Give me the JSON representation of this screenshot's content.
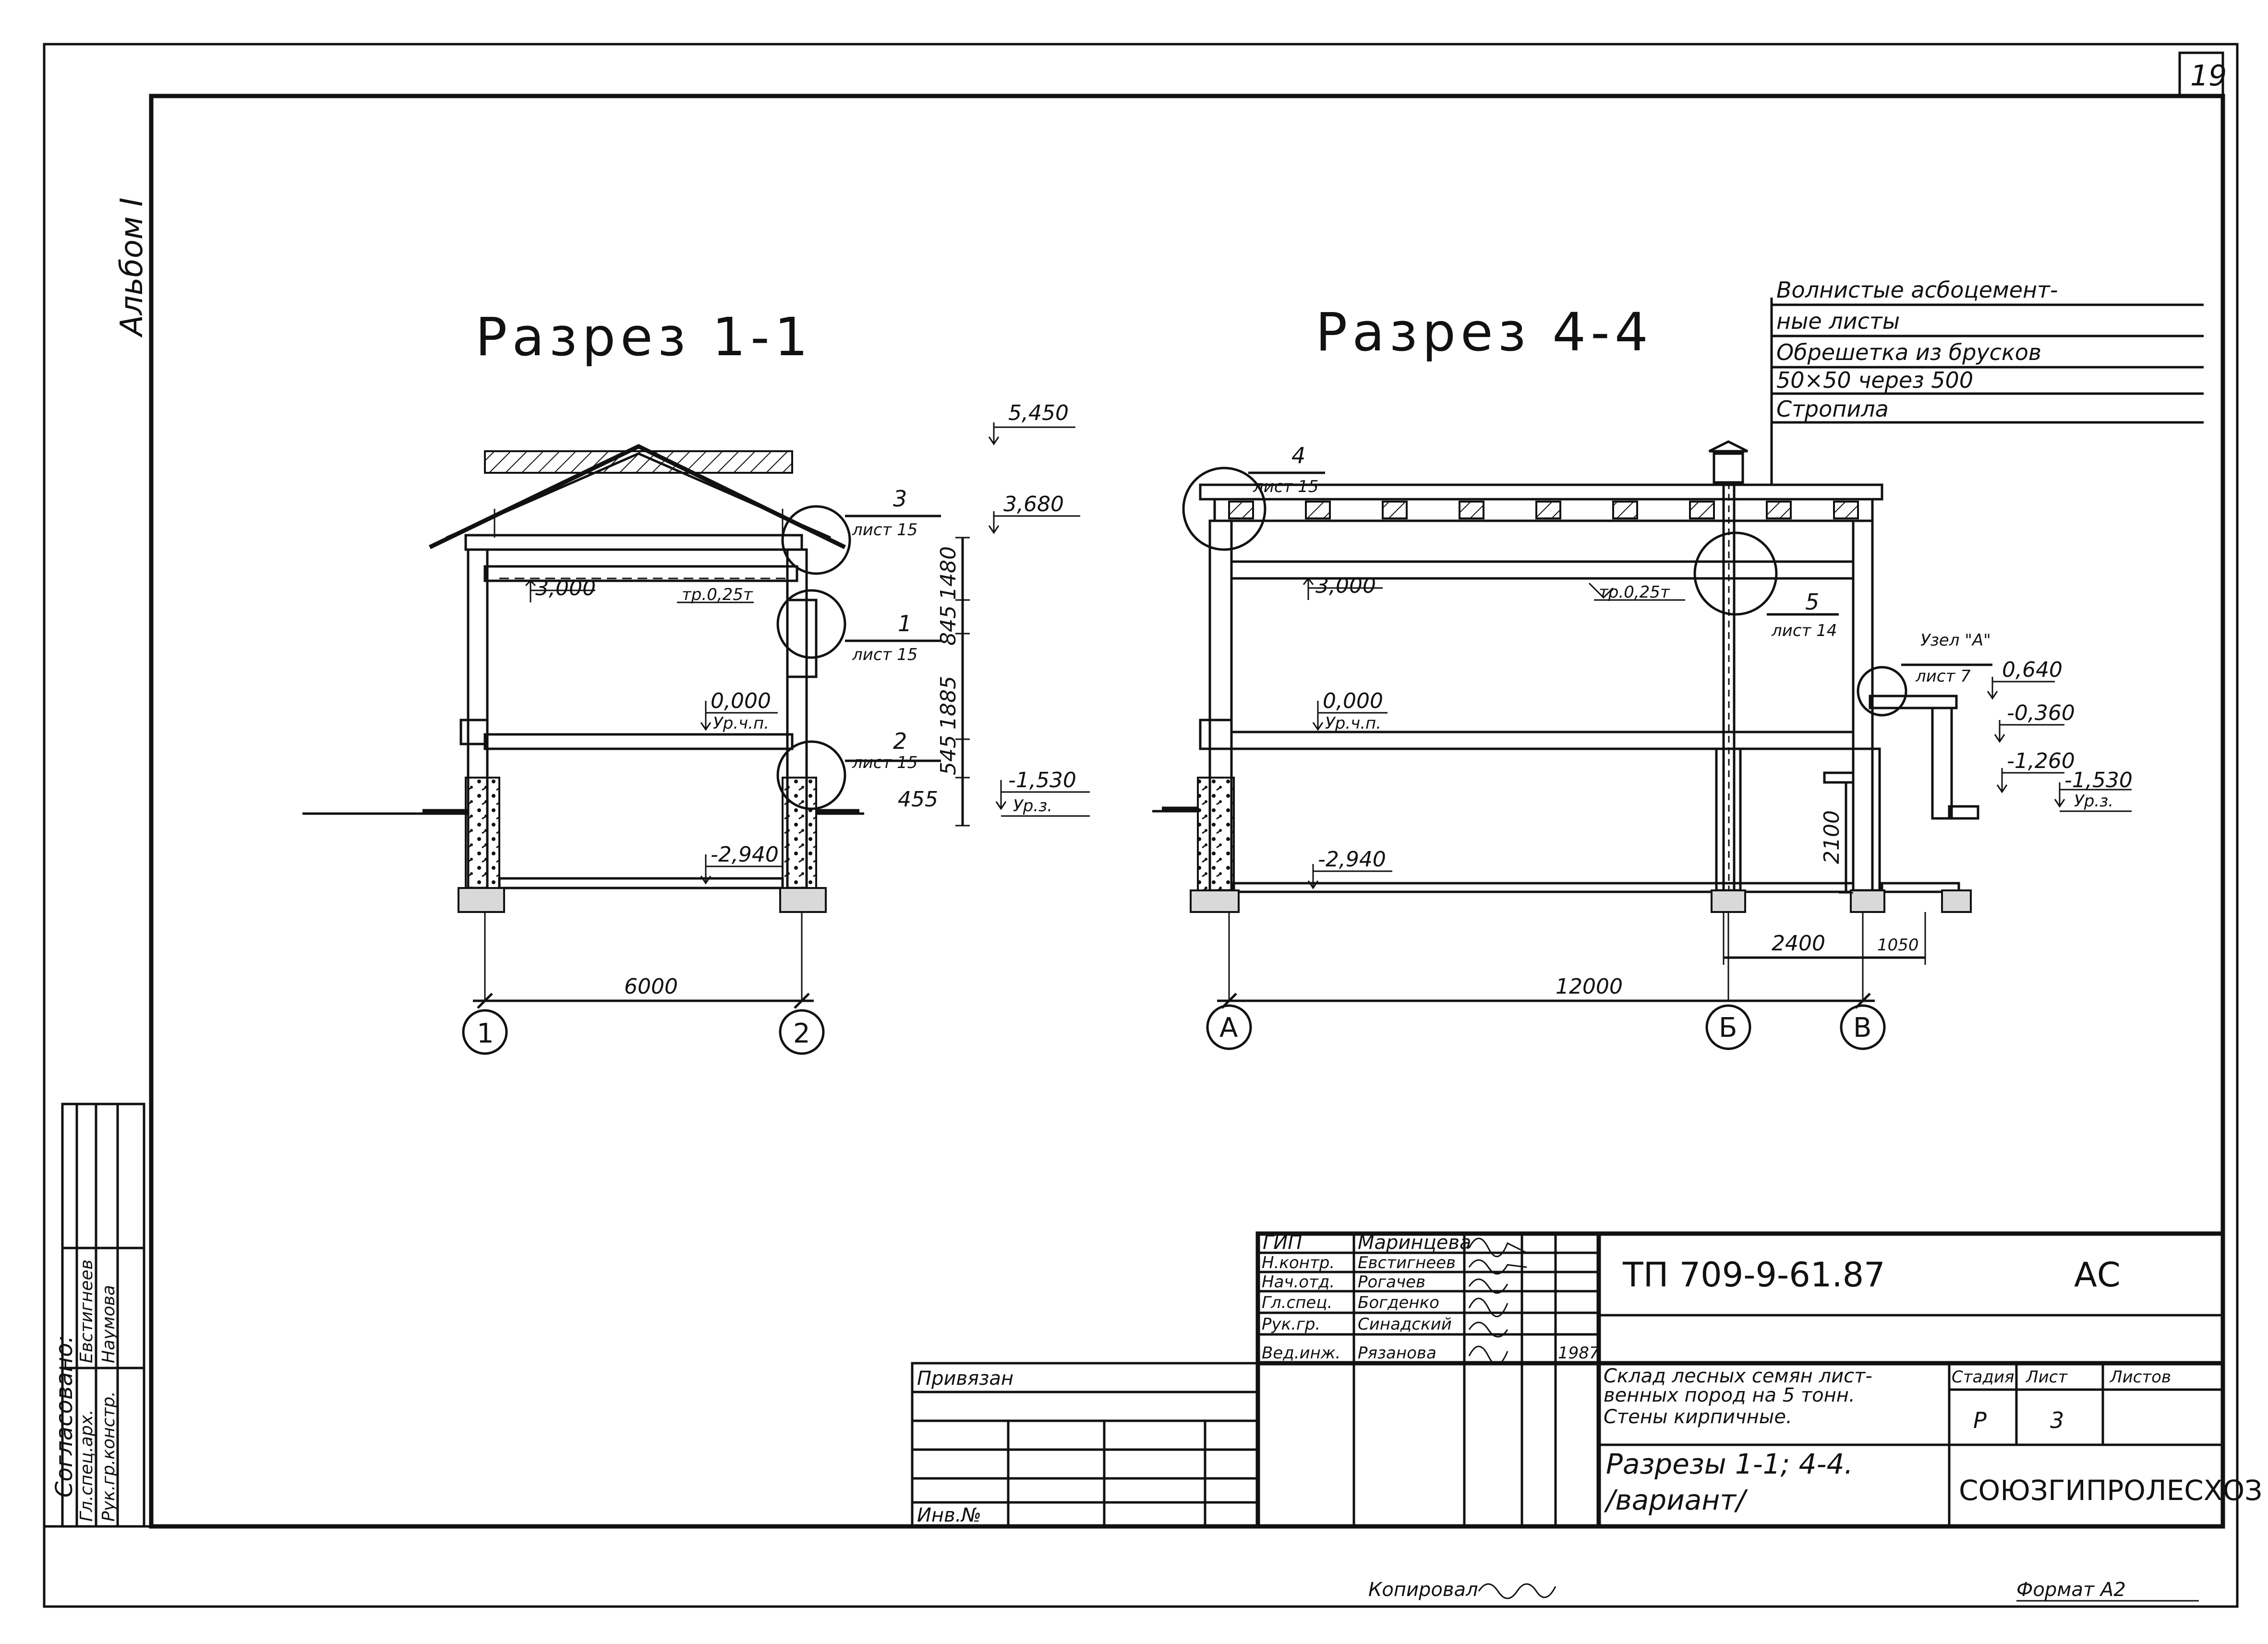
{
  "sheet_number": "19",
  "album": "Альбом I",
  "section_1": {
    "title": "Разрез 1-1",
    "callout_3": "3",
    "callout_3_sheet": "лист 15",
    "callout_1": "1",
    "callout_1_sheet": "лист 15",
    "callout_2": "2",
    "callout_2_sheet": "лист 15",
    "level_top": "5,450",
    "level_eave": "3,680",
    "level_ceiling": "3,000",
    "level_floor": "0,000",
    "level_floor_note": "Ур.ч.п.",
    "level_basement": "-2,940",
    "level_ground": "-1,530",
    "level_ground_note": "Ур.з.",
    "pipe_label": "тр.0,25т",
    "dim_1480": "1480",
    "dim_845": "845",
    "dim_1885": "1885",
    "dim_545": "545",
    "dim_455": "455",
    "span": "6000",
    "axis_left": "1",
    "axis_right": "2"
  },
  "section_4": {
    "title": "Разрез 4-4",
    "callout_4": "4",
    "callout_4_sheet": "лист 15",
    "callout_5": "5",
    "callout_5_sheet": "лист 14",
    "node_a": "Узел \"А\"",
    "node_a_sheet": "лист 7",
    "level_ceiling": "3,000",
    "level_floor": "0,000",
    "level_floor_note": "Ур.ч.п.",
    "level_basement": "-2,940",
    "level_0640": "0,640",
    "level_0360": "-0,360",
    "level_1260": "-1,260",
    "level_1530": "-1,530",
    "level_ground_note": "Ур.з.",
    "pipe_label": "тр.0,25т",
    "dim_2100": "2100",
    "dim_2400": "2400",
    "dim_1050": "1050",
    "span": "12000",
    "axis_a": "А",
    "axis_b": "Б",
    "axis_v": "В"
  },
  "roof_notes": [
    "Волнистые асбоцемент-",
    "ные листы",
    "Обрешетка из брусков",
    "50×50 через 500",
    "Стропила"
  ],
  "approval": {
    "heading": "Согласовано:",
    "row1_role": "Гл.спец.арх.",
    "row1_name": "Евстигнеев",
    "row2_role": "Рук.гр.констр.",
    "row2_name": "Наумова"
  },
  "binding": {
    "label": "Привязан",
    "inv": "Инв.№"
  },
  "title_block": {
    "staff": [
      {
        "role": "ГИП",
        "name": "Маринцева"
      },
      {
        "role": "Н.контр.",
        "name": "Евстигнеев"
      },
      {
        "role": "Нач.отд.",
        "name": "Рогачев"
      },
      {
        "role": "Гл.спец.",
        "name": "Богденко"
      },
      {
        "role": "Рук.гр.",
        "name": "Синадский"
      },
      {
        "role": "Вед.инж.",
        "name": "Рязанова"
      }
    ],
    "year": "1987",
    "doc_code": "ТП 709-9-61.87",
    "mark": "АС",
    "object_name_1": "Склад лесных семян лист-",
    "object_name_2": "венных пород на 5 тонн.",
    "object_name_3": "Стены кирпичные.",
    "stage_header": "Стадия",
    "sheet_header": "Лист",
    "sheets_header": "Листов",
    "stage": "Р",
    "sheet": "3",
    "sheet_title_1": "Разрезы 1-1; 4-4.",
    "sheet_title_2": "/вариант/",
    "organization": "СОЮЗГИПРОЛЕСХОЗ"
  },
  "footer": {
    "copied": "Копировал",
    "format": "Формат А2"
  }
}
